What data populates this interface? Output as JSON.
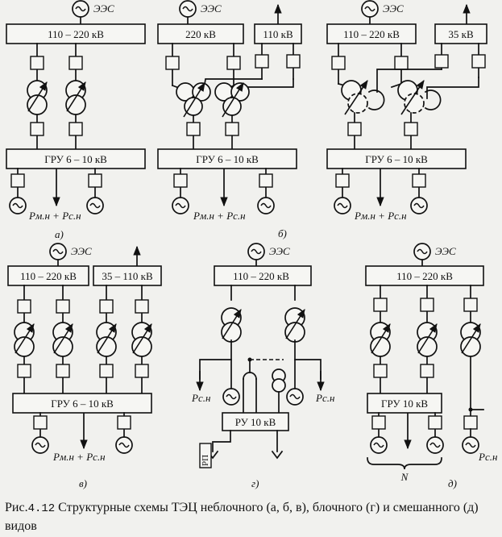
{
  "diagrams": {
    "a": {
      "system": "ЭЭС",
      "hv": "110 – 220 кВ",
      "gru": "ГРУ 6 – 10 кВ",
      "load": "Pм.н + Pс.н",
      "tag": "а)"
    },
    "b": {
      "system": "ЭЭС",
      "hv": "220 кВ",
      "mv": "110 кВ",
      "gru": "ГРУ 6 – 10 кВ",
      "load": "Pм.н + Pс.н",
      "tag": "б)"
    },
    "c": {
      "system": "ЭЭС",
      "hv": "110 – 220 кВ",
      "mv": "35 кВ",
      "gru": "ГРУ 6 – 10 кВ",
      "load": "Pм.н + Pс.н"
    },
    "d": {
      "system": "ЭЭС",
      "hv": "110 – 220 кВ",
      "mv": "35 – 110 кВ",
      "gru": "ГРУ 6 – 10 кВ",
      "load": "Pм.н + Pс.н",
      "tag": "в)"
    },
    "e": {
      "system": "ЭЭС",
      "hv": "110 – 220 кВ",
      "aux": "Pс.н",
      "ru": "РУ 10 кВ",
      "rtp": "РП",
      "tag": "г)"
    },
    "f": {
      "system": "ЭЭС",
      "hv": "110 – 220 кВ",
      "gru": "ГРУ 10 кВ",
      "aux": "Pс.н",
      "n": "N",
      "tag": "д)"
    }
  },
  "caption": {
    "prefix": "Рис.",
    "number": "4.12",
    "text": "Структурные схемы ТЭЦ неблочного (а, б, в), блочного (г) и смешанного (д) видов"
  }
}
